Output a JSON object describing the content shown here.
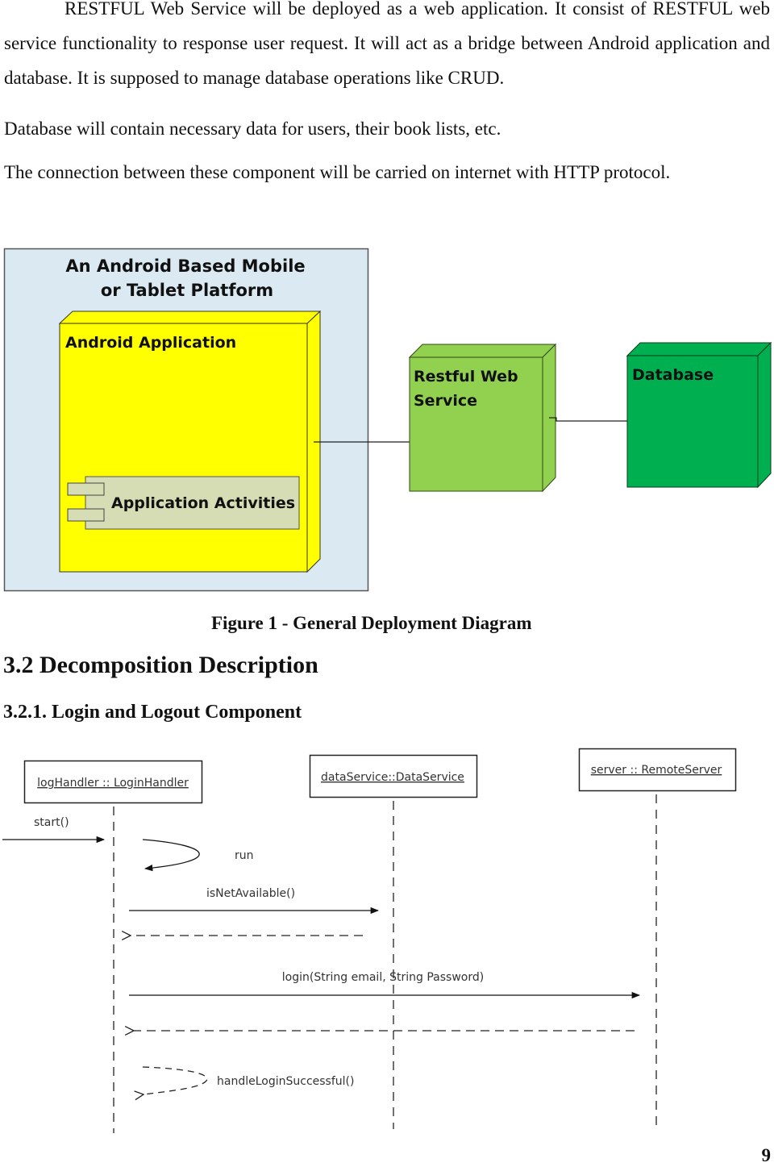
{
  "document": {
    "paragraphs": [
      "RESTFUL Web Service will be deployed as a web application. It consist of RESTFUL web service functionality to response user request. It will act as a bridge between Android application and database.  It is supposed to manage  database operations like CRUD.",
      "Database will contain necessary data for users, their book lists, etc.",
      "The connection between these component will be carried on internet with HTTP protocol."
    ],
    "figure_caption": "Figure 1 - General Deployment Diagram",
    "section_heading": "3.2 Decomposition Description",
    "subsection_heading": "3.2.1. Login and Logout Component",
    "page_number": "9"
  },
  "deployment_diagram": {
    "platform": {
      "label_line1": "An Android Based Mobile",
      "label_line2": "or Tablet Platform",
      "color": "#dbeaf2"
    },
    "android_app": {
      "label": "Android Application",
      "color": "#ffff00"
    },
    "activities": {
      "label": "Application Activities",
      "color": "#d6dcb4"
    },
    "web_service": {
      "label_line1": "Restful Web",
      "label_line2": "Service",
      "color": "#92d050"
    },
    "database": {
      "label": "Database",
      "color": "#00b050"
    }
  },
  "sequence_diagram": {
    "lifelines": [
      {
        "label": "logHandler :: LoginHandler"
      },
      {
        "label": "dataService::DataService"
      },
      {
        "label": "server :: RemoteServer"
      }
    ],
    "messages": [
      {
        "label": "start()",
        "type": "call",
        "from": "external",
        "to": "logHandler"
      },
      {
        "label": "run",
        "type": "self-call",
        "from": "logHandler",
        "to": "logHandler"
      },
      {
        "label": "isNetAvailable()",
        "type": "call",
        "from": "logHandler",
        "to": "dataService"
      },
      {
        "label": "",
        "type": "return",
        "from": "dataService",
        "to": "logHandler"
      },
      {
        "label": "login(String email, String Password)",
        "type": "call",
        "from": "logHandler",
        "to": "server"
      },
      {
        "label": "",
        "type": "return",
        "from": "server",
        "to": "logHandler"
      },
      {
        "label": "handleLoginSuccessful()",
        "type": "self-return",
        "from": "logHandler",
        "to": "logHandler"
      }
    ]
  }
}
